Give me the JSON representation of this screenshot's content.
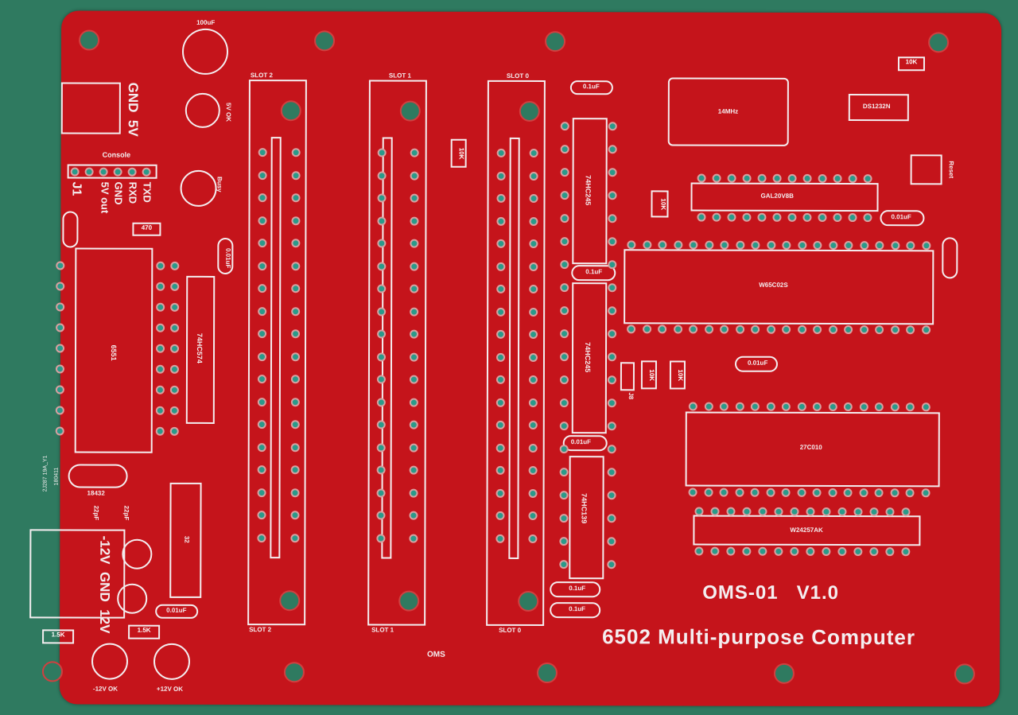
{
  "power_5v": {
    "label_gnd": "GND",
    "label_5v": "5V"
  },
  "console": {
    "title": "Console",
    "ref": "J1",
    "pins": [
      "TXD",
      "RXD",
      "GND",
      "5V out"
    ]
  },
  "caps": {
    "c100uf": "100uF",
    "c01": "0.1uF",
    "c001": "0.01uF",
    "c22": "22pF"
  },
  "resistors": {
    "r470": "470",
    "r10k": "10K",
    "r15k": "1.5K"
  },
  "leds": {
    "five_ok": "5V OK",
    "busy": "Busy",
    "neg12_ok": "-12V OK",
    "pos12_ok": "+12V OK"
  },
  "chips": {
    "acia": "6551",
    "latch": "74HC574",
    "buf1": "74HC245",
    "buf2": "74HC245",
    "decoder": "74HC139",
    "osc": "14MHz",
    "supervisor": "DS1232N",
    "pld": "GAL20V8B",
    "cpu": "W65C02S",
    "rom": "27C010",
    "ram": "W24257AK",
    "ic_left": "32"
  },
  "crystal": {
    "freq": "18432",
    "marking": "2J287 19A_Y1",
    "date": "180411"
  },
  "power_12v": {
    "labels": [
      "-12V",
      "GND",
      "12V"
    ]
  },
  "slots": [
    "SLOT 2",
    "SLOT 1",
    "SLOT 0"
  ],
  "reset_label": "Reset",
  "jumper": "J8",
  "title": {
    "model": "OMS-01",
    "version": "V1.0",
    "subtitle": "6502 Multi-purpose Computer",
    "logo": "OMS"
  }
}
